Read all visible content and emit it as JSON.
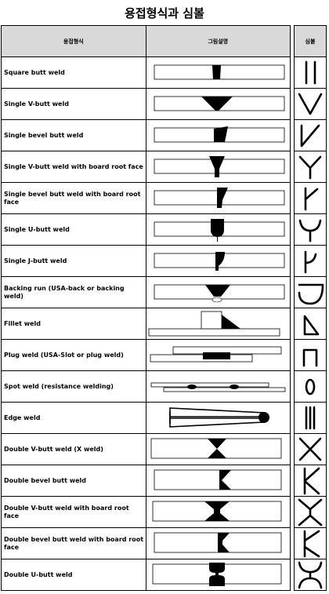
{
  "title": "용접형식과 심볼",
  "headers": {
    "type": "용접형식",
    "figure": "그림설명",
    "symbol": "심볼"
  },
  "rows": [
    {
      "name": "Square butt weld",
      "symbol": "square-butt-symbol"
    },
    {
      "name": "Single V-butt weld",
      "symbol": "v-butt-symbol"
    },
    {
      "name": "Single bevel butt weld",
      "symbol": "bevel-butt-symbol"
    },
    {
      "name": "Single V-butt weld with board root face",
      "symbol": "y-butt-symbol"
    },
    {
      "name": "Single bevel butt weld with board root face",
      "symbol": "bevel-root-face-symbol"
    },
    {
      "name": "Single U-butt weld",
      "symbol": "u-butt-symbol"
    },
    {
      "name": "Single J-butt weld",
      "symbol": "j-butt-symbol"
    },
    {
      "name": "Backing run (USA-back or backing weld)",
      "symbol": "backing-run-symbol"
    },
    {
      "name": "Fillet weld",
      "symbol": "fillet-symbol"
    },
    {
      "name": "Plug weld (USA-Slot or plug weld)",
      "symbol": "plug-symbol"
    },
    {
      "name": "Spot weld (resistance welding)",
      "symbol": "spot-symbol"
    },
    {
      "name": "Edge weld",
      "symbol": "edge-symbol"
    },
    {
      "name": "Double V-butt weld (X weld)",
      "symbol": "double-v-symbol"
    },
    {
      "name": "Double bevel butt weld",
      "symbol": "double-bevel-symbol"
    },
    {
      "name": "Double V-butt weld with board root face",
      "symbol": "double-y-symbol"
    },
    {
      "name": "Double bevel butt weld with board root face",
      "symbol": "double-bevel-root-face-symbol"
    },
    {
      "name": "Double U-butt weld",
      "symbol": "double-u-symbol"
    }
  ]
}
